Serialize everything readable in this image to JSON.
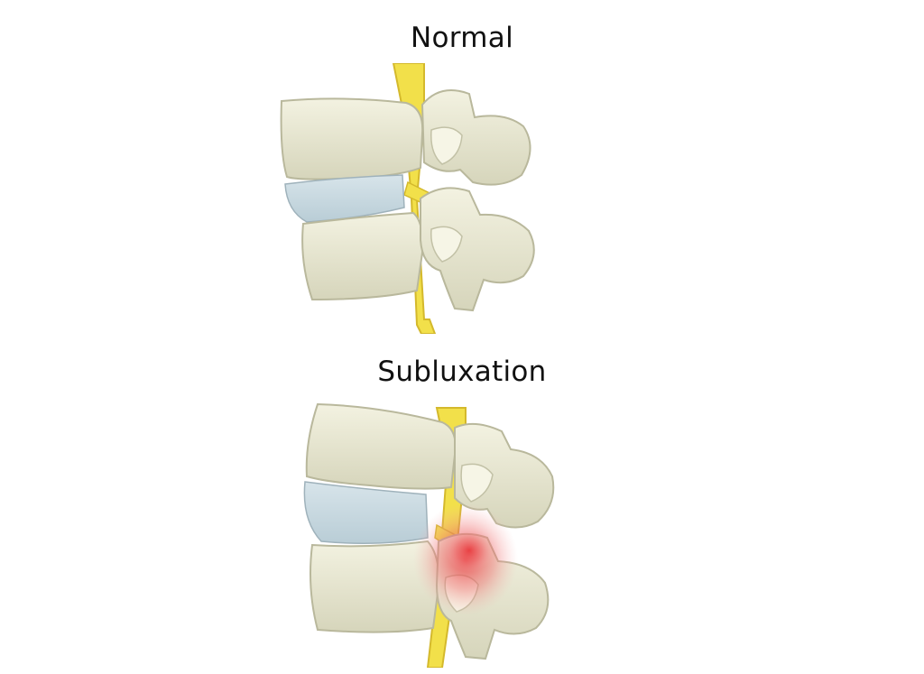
{
  "panels": [
    {
      "title": "Normal",
      "illustration": "normal-vertebrae-illustration",
      "highlight": false
    },
    {
      "title": "Subluxation",
      "illustration": "subluxated-vertebrae-illustration",
      "highlight": true,
      "highlight_color": "#e8363a"
    }
  ],
  "colors": {
    "bone": "#ecebd6",
    "bone_shadow": "#cfceb4",
    "disc": "#c9d9e0",
    "nerve": "#f2e04a",
    "nerve_dark": "#d4b92c"
  }
}
